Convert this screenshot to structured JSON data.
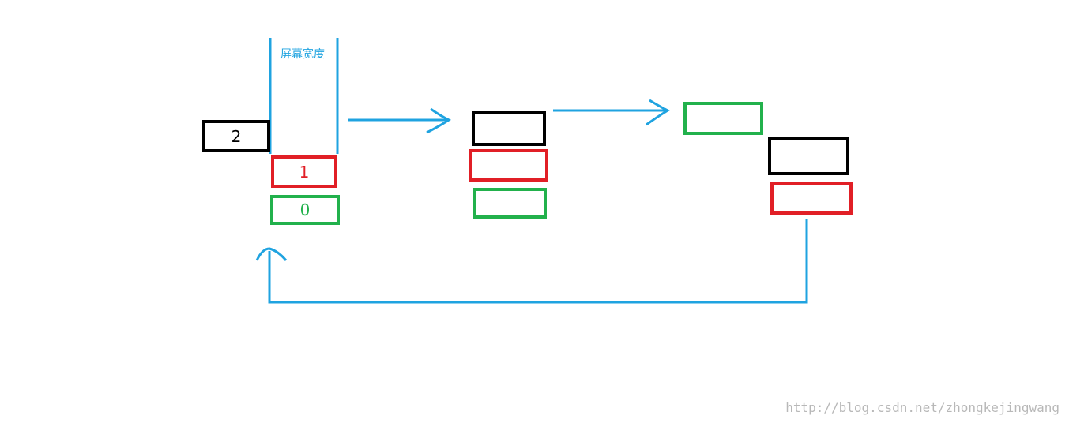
{
  "colors": {
    "blue": "#1fa3e0",
    "black": "#000000",
    "red": "#e11f26",
    "green": "#22b14c"
  },
  "screen_label": "屏幕宽度",
  "stage1": {
    "black_label": "2",
    "red_label": "1",
    "green_label": "0"
  },
  "watermark": "http://blog.csdn.net/zhongkejingwang"
}
